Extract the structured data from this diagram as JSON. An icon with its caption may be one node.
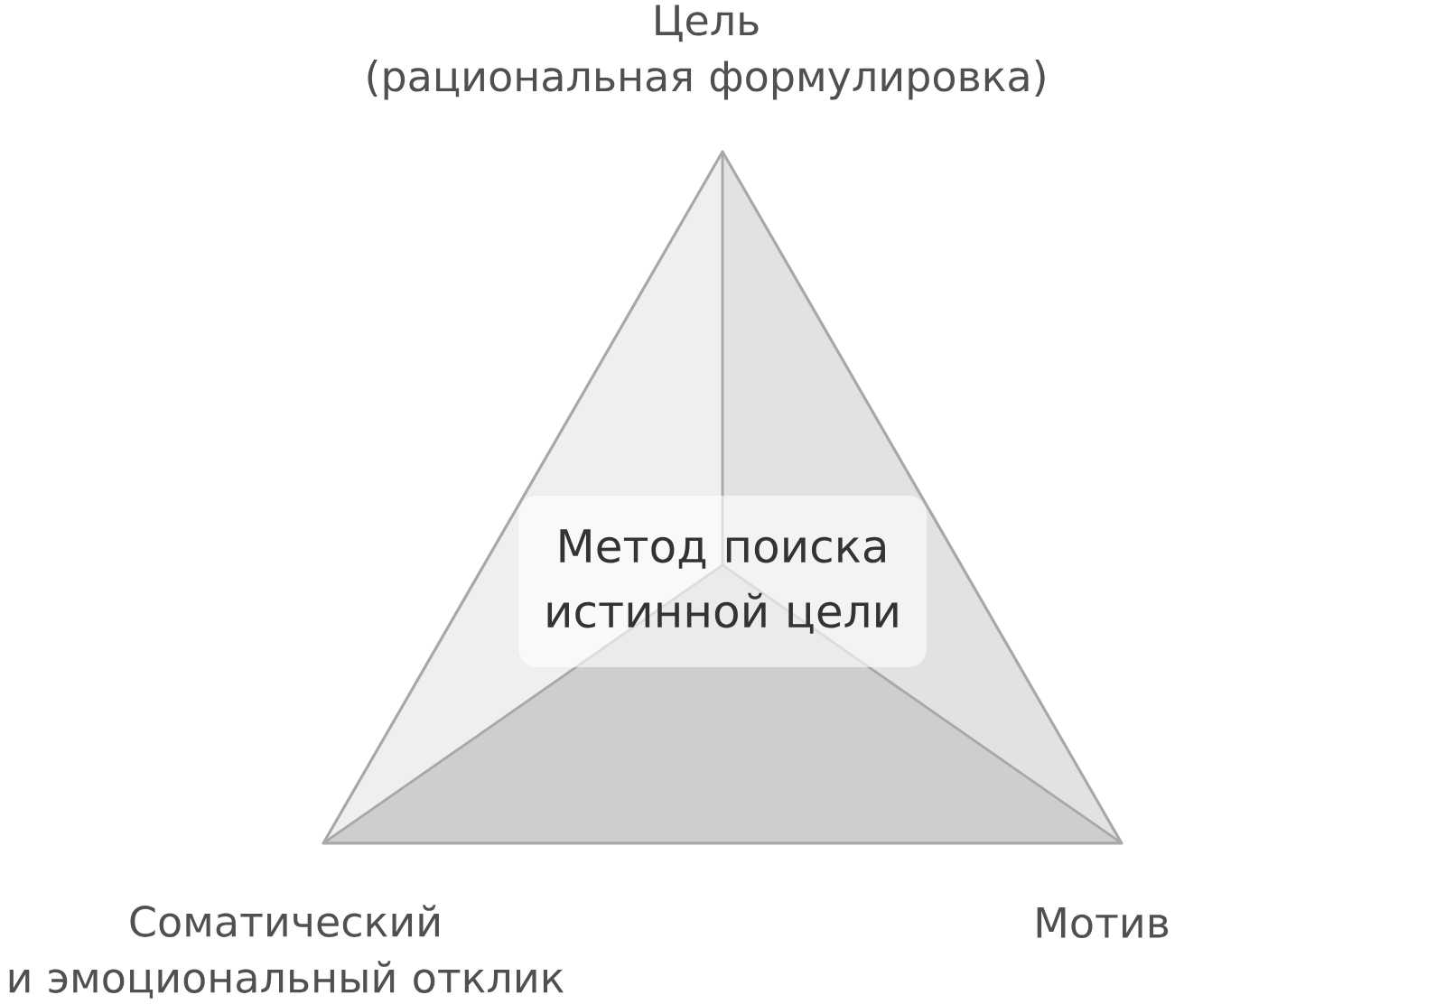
{
  "diagram": {
    "nodes": [
      {
        "text": [
          "Метод поиска истинной цели"
        ]
      }
    ],
    "labels": [
      "Цель (рациональная формулировка)",
      "Соматический и эмоциональный отклик",
      "Мотив"
    ]
  }
}
